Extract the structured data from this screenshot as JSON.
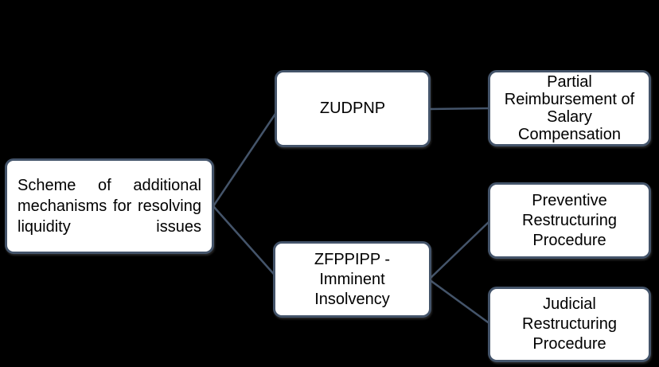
{
  "colors": {
    "background": "#000000",
    "node_fill": "#FFFFFF",
    "node_border": "#44546A",
    "connector_line": "#44546A",
    "node_text": "#000000"
  },
  "diagram": {
    "root": {
      "label": "Scheme of additional mechanisms for resolving liquidity issues"
    },
    "level1": [
      {
        "id": "zudpnp",
        "lines": [
          "ZUDPNP"
        ]
      },
      {
        "id": "zfppipp",
        "lines": [
          "ZFPPIPP -",
          "Imminent",
          "Insolvency"
        ]
      }
    ],
    "level2": [
      {
        "id": "partial",
        "lines": [
          "Partial",
          "Reimbursement of",
          "Salary",
          "Compensation"
        ]
      },
      {
        "id": "preventive",
        "lines": [
          "Preventive",
          "Restructuring",
          "Procedure"
        ]
      },
      {
        "id": "judicial",
        "lines": [
          "Judicial",
          "Restructuring",
          "Procedure"
        ]
      }
    ]
  }
}
